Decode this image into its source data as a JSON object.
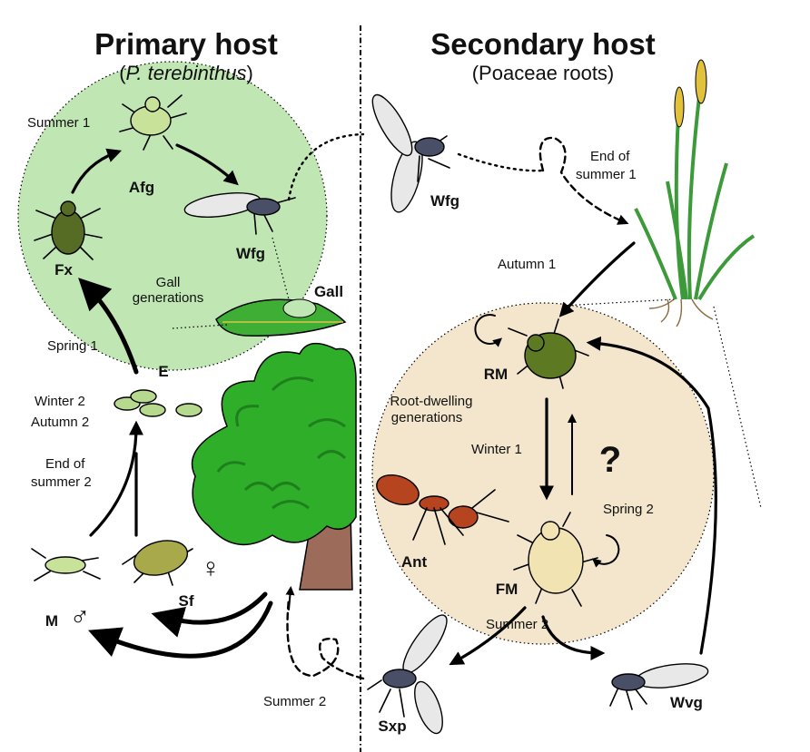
{
  "titles": {
    "primary_host": "Primary host",
    "primary_paren_open": "(",
    "primary_species": "P. terebinthus",
    "primary_paren_close": ")",
    "secondary_host": "Secondary host",
    "secondary_sub": "(Poaceae roots)"
  },
  "stage_codes": {
    "afg": "Afg",
    "fx": "Fx",
    "wfg_gall": "Wfg",
    "wfg_flight": "Wfg",
    "gall": "Gall",
    "e": "E",
    "sf": "Sf",
    "m": "M",
    "rm": "RM",
    "fm": "FM",
    "ant": "Ant",
    "sxp": "Sxp",
    "wvg": "Wvg",
    "question": "?"
  },
  "symbols": {
    "female": "♀",
    "male": "♂"
  },
  "season_labels": {
    "summer1": "Summer 1",
    "spring1": "Spring 1",
    "winter2": "Winter 2",
    "autumn2": "Autumn 2",
    "end_summer2_line1": "End of",
    "end_summer2_line2": "summer 2",
    "end_summer1_line1": "End of",
    "end_summer1_line2": "summer 1",
    "autumn1": "Autumn 1",
    "winter1": "Winter 1",
    "spring2": "Spring 2",
    "summer2_right": "Summer 2",
    "summer2_bottom": "Summer 2"
  },
  "group_labels": {
    "gall_line1": "Gall",
    "gall_line2": "generations",
    "root_line1": "Root-dwelling",
    "root_line2": "generations"
  },
  "colors": {
    "gall_zone": "#bfe6b3",
    "root_zone": "#f3e6cc",
    "aphid_green_light": "#c9e29a",
    "aphid_green_dark": "#566b23",
    "aphid_root_green": "#5d7a22",
    "aphid_cream": "#f2e3b3",
    "egg": "#b7d98e",
    "winged_body": "#4a4f68",
    "wing": "#e8e8e8",
    "ant": "#b6441f",
    "tree_green": "#2fae2a",
    "tree_dark": "#1e7f1c",
    "trunk": "#9c6b5a",
    "grass_green": "#3c9a3a",
    "grass_seed": "#e2c23a"
  }
}
